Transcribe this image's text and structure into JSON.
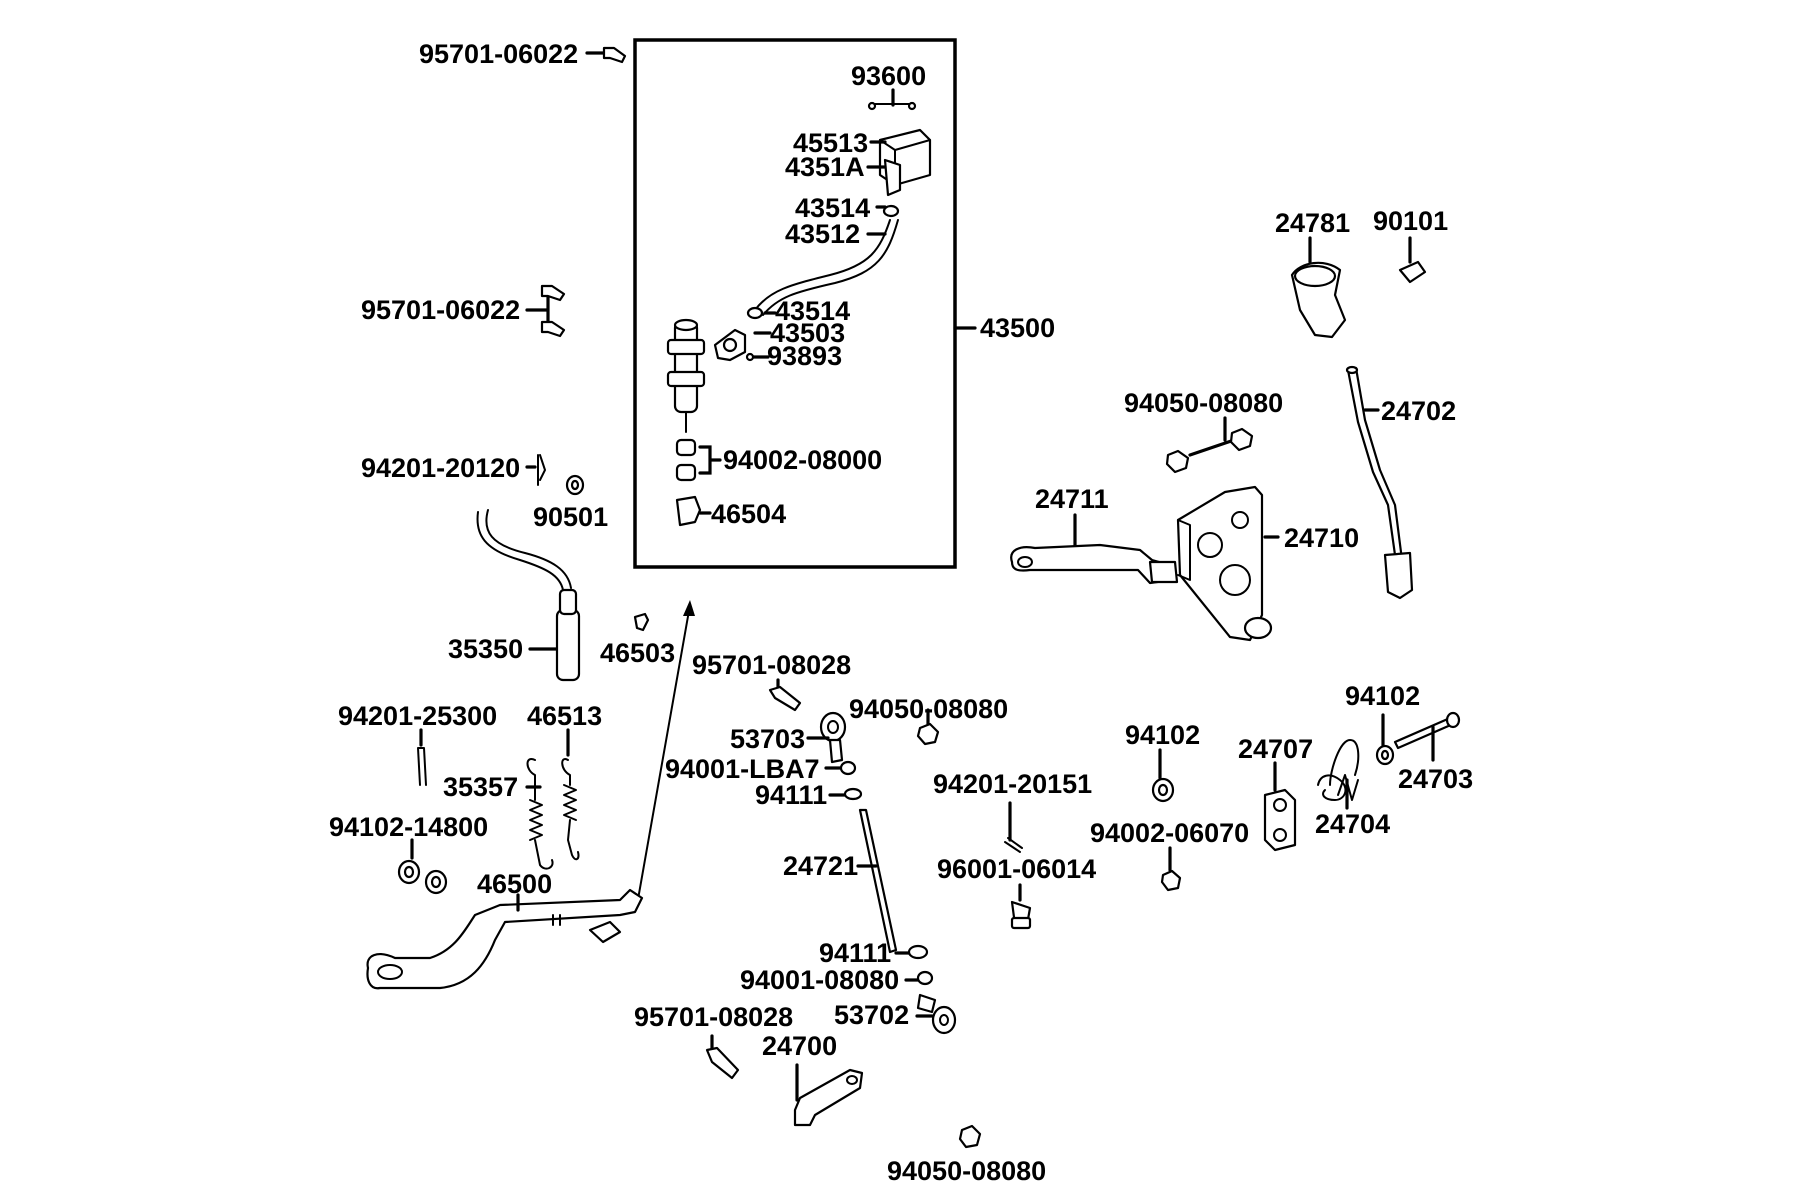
{
  "diagram": {
    "assembly_label": "43500",
    "labels": {
      "p95701_06022_top": "95701-06022",
      "p95701_06022_mid": "95701-06022",
      "p93600": "93600",
      "p45513": "45513",
      "p4351A": "4351A",
      "p43514_a": "43514",
      "p43512": "43512",
      "p43514_b": "43514",
      "p43503": "43503",
      "p93893": "93893",
      "p94002_08000": "94002-08000",
      "p46504": "46504",
      "p43500": "43500",
      "p24781": "24781",
      "p90101": "90101",
      "p94050_08080_a": "94050-08080",
      "p24702": "24702",
      "p24711": "24711",
      "p24710": "24710",
      "p94201_20120": "94201-20120",
      "p90501": "90501",
      "p35350": "35350",
      "p46503": "46503",
      "p95701_08028_a": "95701-08028",
      "p94050_08080_b": "94050-08080",
      "p53703": "53703",
      "p94001_LBA7": "94001-LBA7",
      "p94111_a": "94111",
      "p94201_25300": "94201-25300",
      "p46513": "46513",
      "p35357": "35357",
      "p94102_14800": "94102-14800",
      "p46500": "46500",
      "p94201_20151": "94201-20151",
      "p24721": "24721",
      "p96001_06014": "96001-06014",
      "p94102_a": "94102",
      "p94002_06070": "94002-06070",
      "p24707": "24707",
      "p94102_b": "94102",
      "p24703": "24703",
      "p24704": "24704",
      "p94111_b": "94111",
      "p94001_08080": "94001-08080",
      "p53702": "53702",
      "p95701_08028_b": "95701-08028",
      "p24700": "24700",
      "p94050_08080_c": "94050-08080"
    }
  }
}
